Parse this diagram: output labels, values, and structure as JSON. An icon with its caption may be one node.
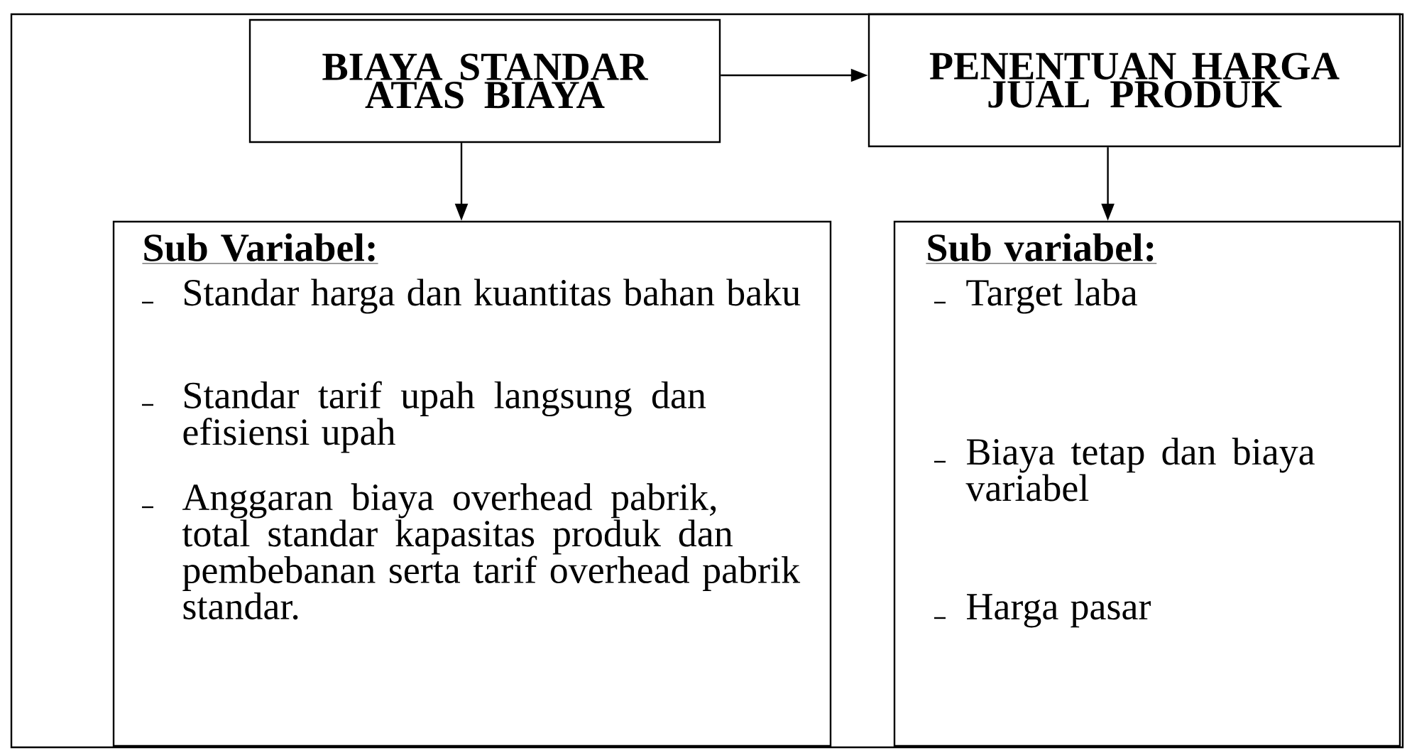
{
  "diagram": {
    "nodes": [
      {
        "text": [],
        "shape": "box"
      },
      {
        "text": [
          "BIAYA STANDAR ATAS BIAYA"
        ],
        "in": 0
      },
      {
        "text": [
          "PENENTUAN HARGA JUAL PRODUK"
        ],
        "in": 0
      },
      {
        "text": [
          "Sub Variabel:",
          "Standar harga dan kuantitas bahan baku",
          "Standar tarif upah langsung dan efisiensi upah",
          "Anggaran biaya overhead pabrik, total standar kapasitas produk dan pembebanan serta tarif overhead pabrik standar."
        ],
        "in": 0
      },
      {
        "text": [
          "Sub variabel:",
          "Target laba",
          "Biaya tetap dan biaya variabel",
          "Harga pasar"
        ],
        "in": 0
      }
    ],
    "edges": [
      {
        "from": 1,
        "to": 2,
        "arrow": "to"
      },
      {
        "from": 1,
        "to": 3,
        "arrow": "to"
      },
      {
        "from": 2,
        "to": 4,
        "arrow": "to"
      }
    ]
  }
}
